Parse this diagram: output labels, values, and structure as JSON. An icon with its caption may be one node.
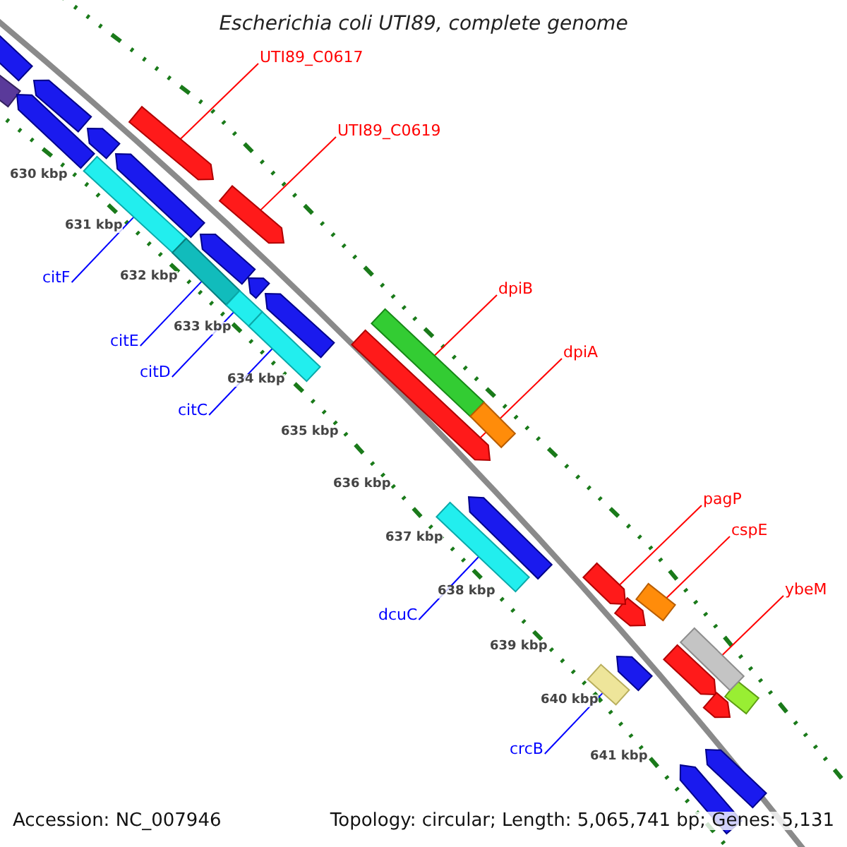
{
  "diagram": {
    "title": "Escherichia coli UTI89, complete genome",
    "nodes": [
      {
        "text": [
          "UTI89_C0617"
        ]
      },
      {
        "text": [],
        "shape": "arrow"
      },
      {
        "text": [
          "UTI89_C0619"
        ]
      },
      {
        "text": [],
        "shape": "arrow"
      },
      {
        "text": [
          "citF"
        ]
      },
      {
        "text": [],
        "shape": "box"
      },
      {
        "text": [
          "citE"
        ]
      },
      {
        "text": [],
        "shape": "box"
      },
      {
        "text": [
          "dpiB"
        ]
      },
      {
        "text": [],
        "shape": "box"
      },
      {
        "text": [
          "citD"
        ]
      },
      {
        "text": [],
        "shape": "box"
      },
      {
        "text": [
          "dpiA"
        ]
      },
      {
        "text": [],
        "shape": "arrow"
      },
      {
        "text": [
          "citC"
        ]
      },
      {
        "text": [],
        "shape": "box"
      },
      {
        "text": [
          "pagP"
        ]
      },
      {
        "text": [],
        "shape": "arrow"
      },
      {
        "text": [
          "cspE"
        ]
      },
      {
        "text": [],
        "shape": "box"
      },
      {
        "text": [
          "ybeM"
        ]
      },
      {
        "text": [],
        "shape": "box"
      },
      {
        "text": [
          "dcuC"
        ]
      },
      {
        "text": [],
        "shape": "box"
      },
      {
        "text": [
          "crcB"
        ]
      },
      {
        "text": [],
        "shape": "box"
      }
    ],
    "edges": [
      {
        "from": 0,
        "to": 1,
        "arrow": "none"
      },
      {
        "from": 2,
        "to": 3,
        "arrow": "none"
      },
      {
        "from": 4,
        "to": 5,
        "arrow": "none",
        "color": "#0000ff"
      },
      {
        "from": 6,
        "to": 7,
        "arrow": "none",
        "color": "#0000ff"
      },
      {
        "from": 8,
        "to": 9,
        "arrow": "none"
      },
      {
        "from": 10,
        "to": 11,
        "arrow": "none",
        "color": "#0000ff"
      },
      {
        "from": 12,
        "to": 13,
        "arrow": "none"
      },
      {
        "from": 14,
        "to": 15,
        "arrow": "none",
        "color": "#0000ff"
      },
      {
        "from": 16,
        "to": 17,
        "arrow": "none"
      },
      {
        "from": 18,
        "to": 19,
        "arrow": "none"
      },
      {
        "from": 20,
        "to": 21,
        "arrow": "none"
      },
      {
        "from": 22,
        "to": 23,
        "arrow": "none",
        "color": "#0000ff"
      },
      {
        "from": 24,
        "to": 25,
        "arrow": "none",
        "color": "#0000ff"
      }
    ],
    "labels": [
      "630 kbp",
      "631 kbp",
      "632 kbp",
      "633 kbp",
      "634 kbp",
      "635 kbp",
      "636 kbp",
      "637 kbp",
      "638 kbp",
      "639 kbp",
      "640 kbp",
      "641 kbp",
      "Accession: NC_007946",
      "Topology: circular; Length: 5,065,741 bp; Genes: 5,131"
    ]
  }
}
